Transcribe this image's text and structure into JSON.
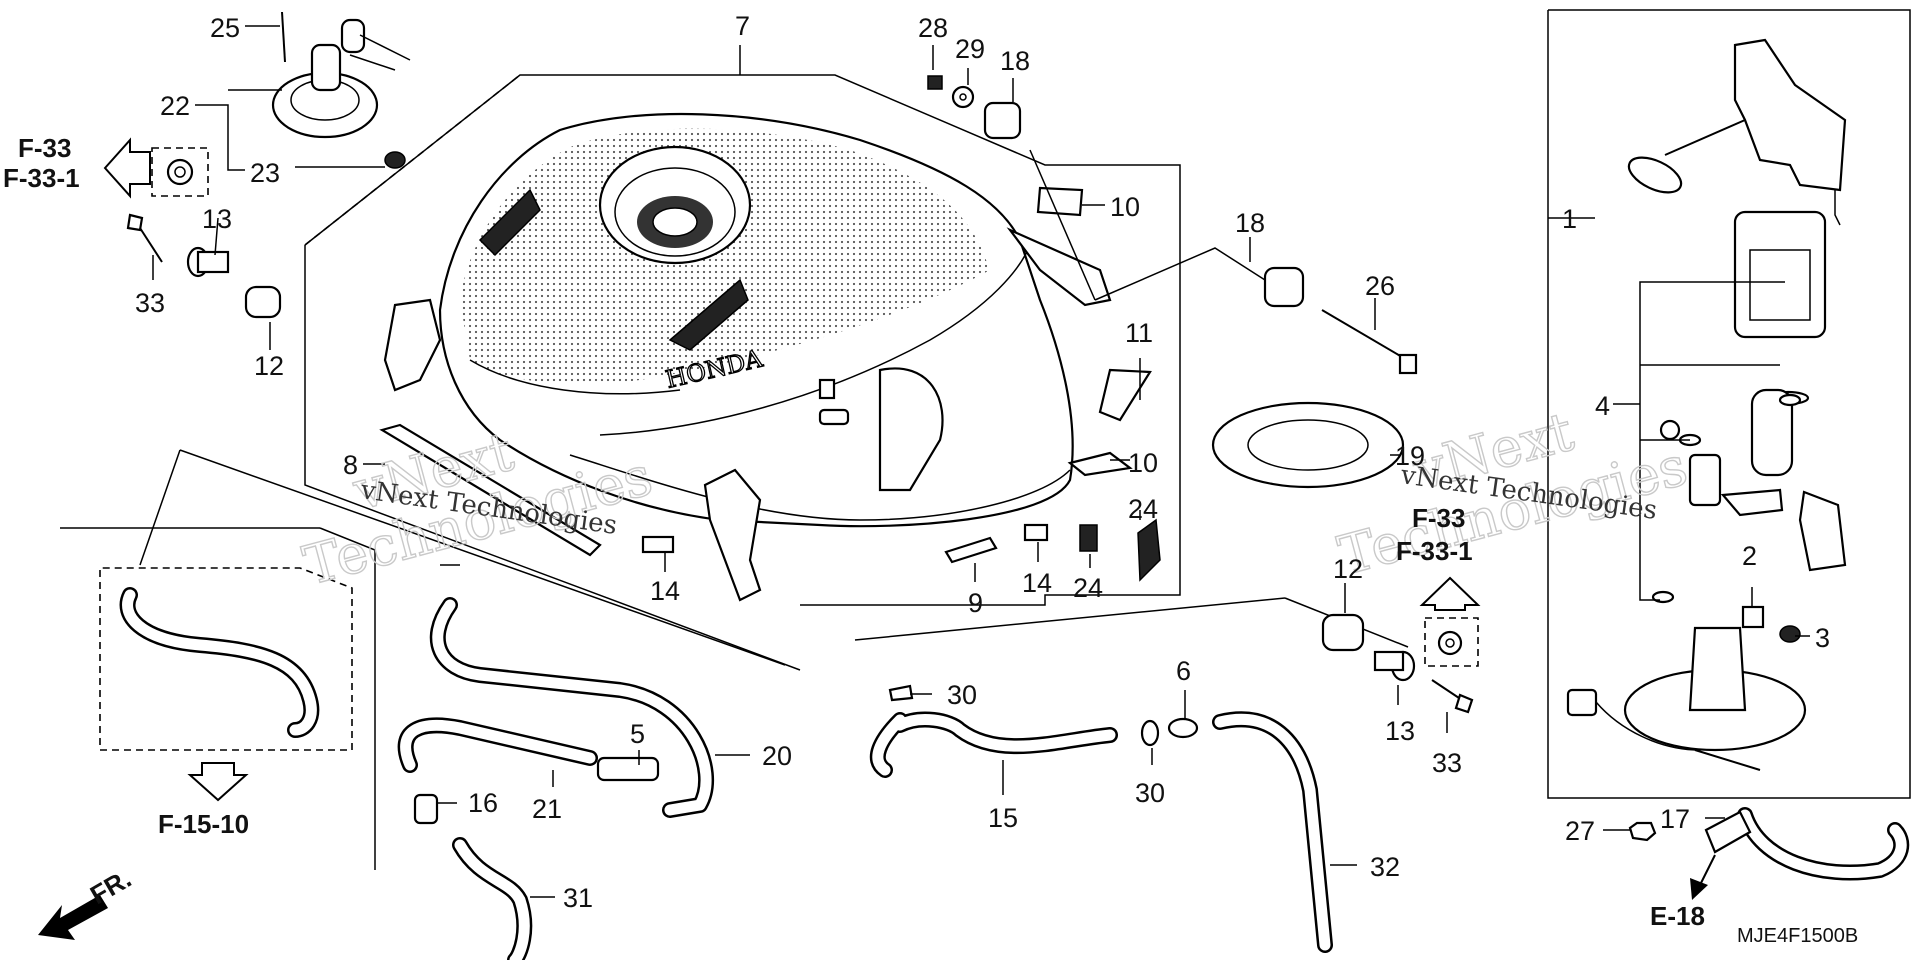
{
  "labels": {
    "n1": "1",
    "n2": "2",
    "n3": "3",
    "n4": "4",
    "n5": "5",
    "n7": "7",
    "n8": "8",
    "n9": "9",
    "n10a": "10",
    "n10b": "10",
    "n11": "11",
    "n12a": "12",
    "n12b": "12",
    "n13a": "13",
    "n13b": "13",
    "n14a": "14",
    "n14b": "14",
    "n15": "15",
    "n16": "16",
    "n17": "17",
    "n18a": "18",
    "n18b": "18",
    "n19": "19",
    "n20": "20",
    "n21": "21",
    "n22": "22",
    "n23": "23",
    "n24a": "24",
    "n24b": "24",
    "n25": "25",
    "n26": "26",
    "n27": "27",
    "n28": "28",
    "n29": "29",
    "n30a": "30",
    "n30b": "30",
    "n31": "31",
    "n32": "32",
    "n33a": "33",
    "n33b": "33",
    "n6": "6"
  },
  "refs": {
    "left_top_1": "F-33",
    "left_top_2": "F-33-1",
    "right_mid_1": "F-33",
    "right_mid_2": "F-33-1",
    "bottom_left": "F-15-10",
    "bottom_right": "E-18",
    "front": "FR."
  },
  "tank_logo": "HONDA",
  "diagram_code": "MJE4F1500B",
  "watermark": {
    "line1": "vNext",
    "line2": "Technologies",
    "inline": "vNext Technologies"
  }
}
